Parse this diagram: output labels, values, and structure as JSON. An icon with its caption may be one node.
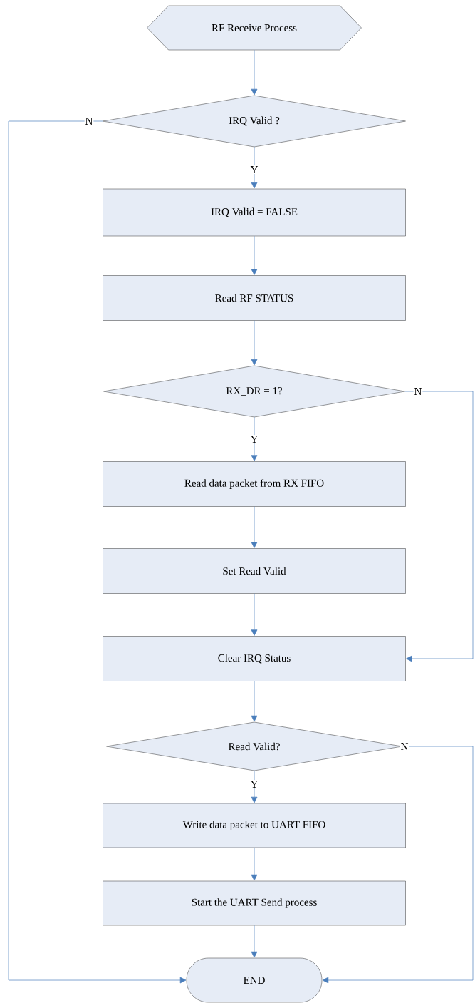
{
  "diagram": {
    "nodes": [
      {
        "text": [
          "RF Receive Process"
        ]
      },
      {
        "text": [
          "IRQ Valid ?"
        ]
      },
      {
        "text": [
          "IRQ Valid = FALSE"
        ]
      },
      {
        "text": [
          "Read RF STATUS"
        ]
      },
      {
        "text": [
          "RX_DR = 1?"
        ]
      },
      {
        "text": [
          "Read data packet from RX FIFO"
        ]
      },
      {
        "text": [
          "Set Read Valid"
        ]
      },
      {
        "text": [
          "Clear IRQ Status"
        ]
      },
      {
        "text": [
          "Read Valid?"
        ]
      },
      {
        "text": [
          "Write data packet to UART FIFO"
        ]
      },
      {
        "text": [
          "Start the UART Send process"
        ]
      },
      {
        "text": [
          "END"
        ]
      }
    ],
    "edges": [
      {
        "from": 0,
        "to": 1,
        "arrow": "to"
      },
      {
        "from": 1,
        "to": 2,
        "arrow": "to",
        "label": "Y"
      },
      {
        "from": 2,
        "to": 3,
        "arrow": "to"
      },
      {
        "from": 3,
        "to": 4,
        "arrow": "to"
      },
      {
        "from": 4,
        "to": 5,
        "arrow": "to",
        "label": "Y"
      },
      {
        "from": 5,
        "to": 6,
        "arrow": "to"
      },
      {
        "from": 6,
        "to": 7,
        "arrow": "to"
      },
      {
        "from": 7,
        "to": 8,
        "arrow": "to"
      },
      {
        "from": 8,
        "to": 9,
        "arrow": "to",
        "label": "Y"
      },
      {
        "from": 9,
        "to": 10,
        "arrow": "to"
      },
      {
        "from": 10,
        "to": 11,
        "arrow": "to"
      },
      {
        "from": 1,
        "to": 11,
        "arrow": "to",
        "label": "N"
      },
      {
        "from": 4,
        "to": 7,
        "arrow": "to",
        "label": "N"
      },
      {
        "from": 8,
        "to": 11,
        "arrow": "to",
        "label": "N"
      }
    ]
  }
}
